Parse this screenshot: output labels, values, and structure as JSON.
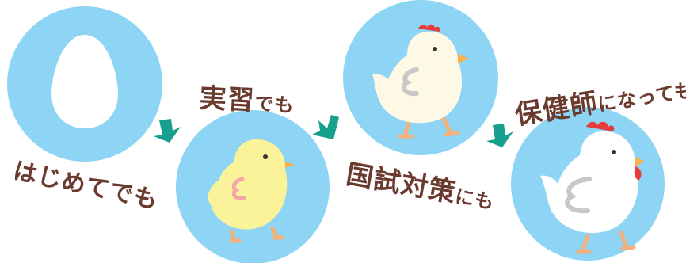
{
  "colors": {
    "circle": "#8ed5f5",
    "text": "#6b3a2e",
    "arrow": "#18a08e",
    "egg": "#ffffff",
    "chick_body": "#fbf39a",
    "hen_young_body": "#fdf9e4",
    "hen_body": "#ffffff",
    "comb": "#e63c3c",
    "beak": "#f6b24a",
    "leg": "#f4b07a",
    "wing_chick": "#f3a7a7",
    "wing_hen": "#c8c8c8"
  },
  "icons": [
    "egg-icon",
    "chick-icon",
    "young-hen-icon",
    "hen-icon",
    "arrow-icon"
  ],
  "stages": [
    {
      "main": "",
      "suffix": "はじめてでも"
    },
    {
      "main": "実習",
      "suffix": "でも"
    },
    {
      "main": "国試対策",
      "suffix": "にも"
    },
    {
      "main": "保健師",
      "suffix": "になっても"
    }
  ]
}
